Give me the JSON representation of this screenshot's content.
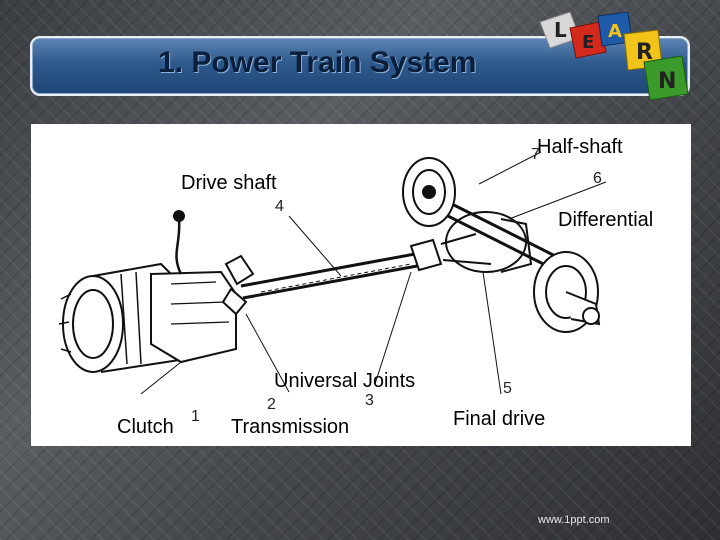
{
  "slide": {
    "title": "1. Power Train System",
    "footer": "www.1ppt.com"
  },
  "logo": {
    "letters": [
      "L",
      "E",
      "A",
      "R",
      "N"
    ]
  },
  "diagram": {
    "labels": {
      "half_shaft": "Half-shaft",
      "drive_shaft": "Drive shaft",
      "differential": "Differential",
      "universal_joints": "Universal Joints",
      "clutch": "Clutch",
      "transmission": "Transmission",
      "final_drive": "Final drive"
    },
    "numbers": [
      "1",
      "2",
      "3",
      "4",
      "5",
      "6",
      "7"
    ]
  }
}
